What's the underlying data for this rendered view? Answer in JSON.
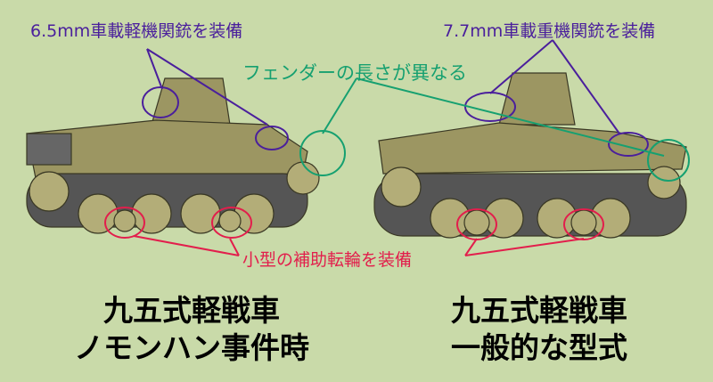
{
  "annotations": {
    "left_gun": "6.5mm車載軽機関銃を装備",
    "right_gun": "7.7mm車載重機関銃を装備",
    "fender": "フェンダーの長さが異なる",
    "wheels": "小型の補助転輪を装備"
  },
  "captions": {
    "left": {
      "line1": "九五式軽戦車",
      "line2": "ノモンハン事件時"
    },
    "right": {
      "line1": "九五式軽戦車",
      "line2": "一般的な型式"
    }
  },
  "colors": {
    "background": "#c9daa9",
    "purple": "#4a1f9c",
    "green": "#16a070",
    "red": "#e21e4c",
    "tank": "#9c9662"
  }
}
